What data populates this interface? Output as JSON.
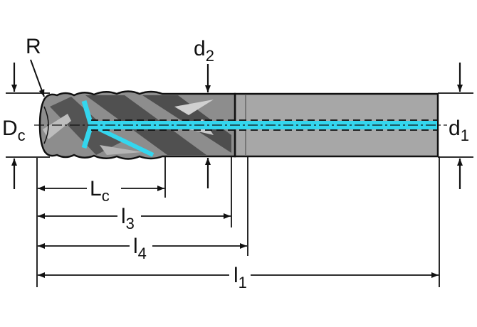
{
  "labels": {
    "R": "R",
    "d2": {
      "main": "d",
      "sub": "2"
    },
    "Dc": {
      "main": "D",
      "sub": "c"
    },
    "d1": {
      "main": "d",
      "sub": "1"
    },
    "Lc": {
      "main": "L",
      "sub": "c"
    },
    "l3": {
      "main": "l",
      "sub": "3"
    },
    "l4": {
      "main": "l",
      "sub": "4"
    },
    "l1": {
      "main": "l",
      "sub": "1"
    }
  },
  "colors": {
    "line": "#111111",
    "shank": "#a7a7a7",
    "flute_body": "#8d8d8d",
    "flute_dark": "#454545",
    "flute_light": "#c8c8c8",
    "coolant": "#34d6ee",
    "background": "#ffffff"
  },
  "icons": [
    "arrow-down-icon",
    "arrow-up-icon"
  ]
}
